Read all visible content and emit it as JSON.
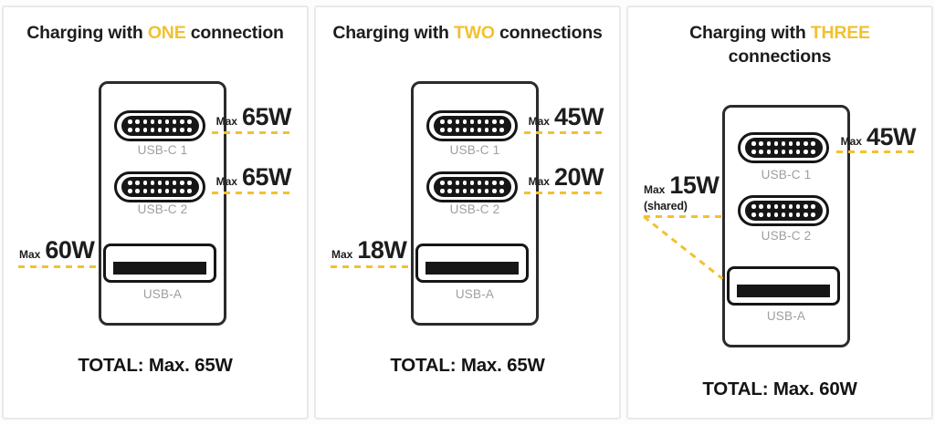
{
  "accent_color": "#F2C12E",
  "panels": [
    {
      "title": {
        "prefix": "Charging with ",
        "highlight": "ONE",
        "suffix": " connection"
      },
      "usbc1": {
        "label": "USB-C 1",
        "max": "Max",
        "watts": "65W"
      },
      "usbc2": {
        "label": "USB-C 2",
        "max": "Max",
        "watts": "65W"
      },
      "usba": {
        "label": "USB-A",
        "max": "Max",
        "watts": "60W"
      },
      "total": "TOTAL: Max. 65W"
    },
    {
      "title": {
        "prefix": "Charging with ",
        "highlight": "TWO",
        "suffix": " connections"
      },
      "usbc1": {
        "label": "USB-C 1",
        "max": "Max",
        "watts": "45W"
      },
      "usbc2": {
        "label": "USB-C 2",
        "max": "Max",
        "watts": "20W"
      },
      "usba": {
        "label": "USB-A",
        "max": "Max",
        "watts": "18W"
      },
      "total": "TOTAL: Max. 65W"
    },
    {
      "title": {
        "prefix": "Charging with ",
        "highlight": "THREE",
        "suffix": " connections"
      },
      "usbc1": {
        "label": "USB-C 1",
        "max": "Max",
        "watts": "45W"
      },
      "usbc2": {
        "label": "USB-C 2"
      },
      "usba": {
        "label": "USB-A"
      },
      "shared": {
        "max": "Max",
        "watts": "15W",
        "note": "(shared)"
      },
      "total": "TOTAL: Max. 60W"
    }
  ]
}
